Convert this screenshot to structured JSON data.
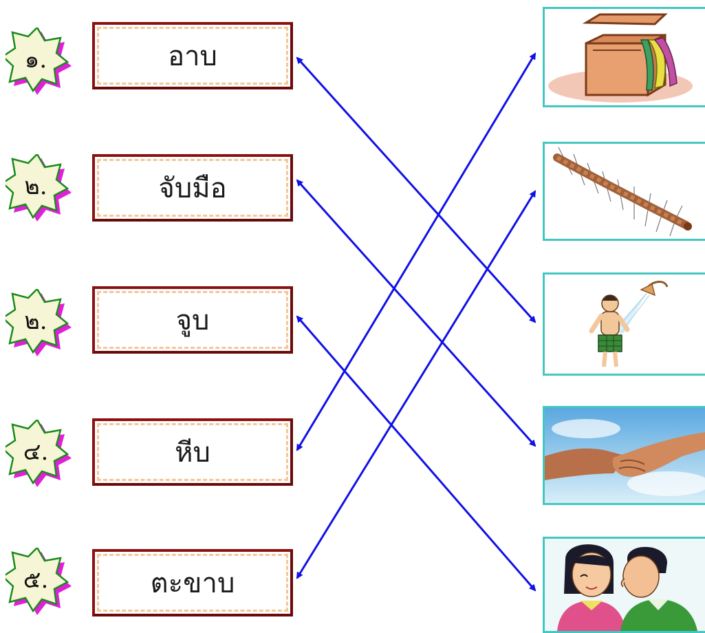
{
  "items": [
    {
      "number": "๑.",
      "word": "อาบ"
    },
    {
      "number": "๒.",
      "word": "จับมือ"
    },
    {
      "number": "๒.",
      "word": "จูบ"
    },
    {
      "number": "๔.",
      "word": "หีบ"
    },
    {
      "number": "๕.",
      "word": "ตะขาบ"
    }
  ],
  "pictures": [
    {
      "name": "chest-picture"
    },
    {
      "name": "centipede-picture"
    },
    {
      "name": "shower-picture"
    },
    {
      "name": "handshake-picture"
    },
    {
      "name": "kiss-picture"
    }
  ],
  "matches": [
    {
      "word_index": 0,
      "picture_index": 2
    },
    {
      "word_index": 1,
      "picture_index": 3
    },
    {
      "word_index": 2,
      "picture_index": 4
    },
    {
      "word_index": 3,
      "picture_index": 0
    },
    {
      "word_index": 4,
      "picture_index": 1
    }
  ],
  "colors": {
    "line": "#1010e8",
    "star_fill": "#f6f6d6",
    "star_stroke": "#1a8a1a",
    "star_shadow": "#e020d8",
    "word_border": "#8b1010",
    "word_dash": "#f2c79a",
    "picture_border": "#43c7c2"
  }
}
